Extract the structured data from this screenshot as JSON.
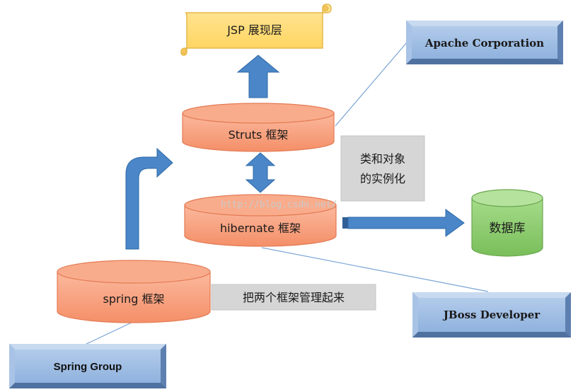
{
  "scroll_label": "JSP 展现层",
  "cylinders": {
    "struts": "Struts 框架",
    "hibernate": "hibernate 框架",
    "spring": "spring 框架",
    "database": "数据库"
  },
  "notes": {
    "instantiation_line1": "类和对象",
    "instantiation_line2": "的实例化",
    "manage": "把两个框架管理起来"
  },
  "orgs": {
    "apache": "Apache Corporation",
    "jboss": "JBoss Developer",
    "spring_group": "Spring Group"
  },
  "watermark": "http://blog.csdn.net/",
  "colors": {
    "cylinder_orange": "#f7a584",
    "database_green": "#8fcf6f",
    "arrow_blue": "#4a86c8",
    "bevel_blue": "#8fb2de",
    "scroll_yellow": "#ffd966",
    "note_gray": "#d6d6d6"
  }
}
